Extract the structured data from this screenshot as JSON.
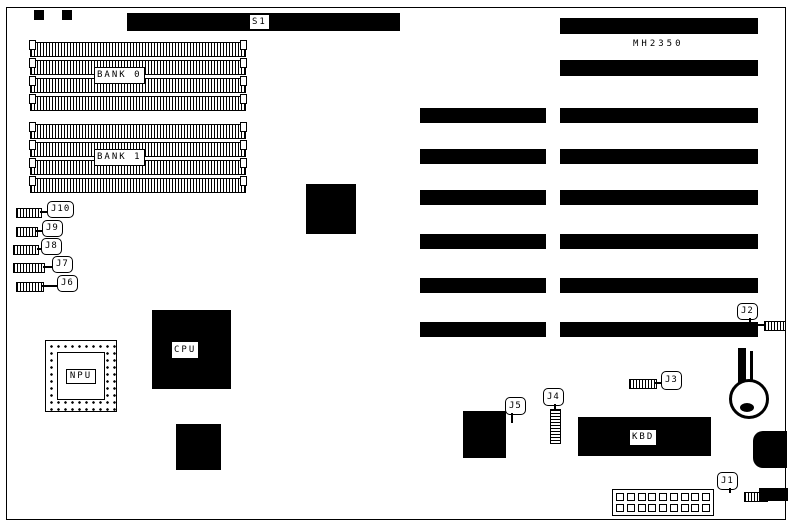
{
  "diagram": {
    "model_label": "MH2350",
    "slot_s1": "S1",
    "memory": {
      "bank0": "BANK 0",
      "bank1": "BANK 1"
    },
    "chips": {
      "cpu": "CPU",
      "npu": "NPU",
      "kbd": "KBD"
    },
    "jumpers": {
      "j1": "J1",
      "j2": "J2",
      "j3": "J3",
      "j4": "J4",
      "j5": "J5",
      "j6": "J6",
      "j7": "J7",
      "j8": "J8",
      "j9": "J9",
      "j10": "J10"
    }
  },
  "colors": {
    "ink": "#000000",
    "paper": "#ffffff"
  }
}
